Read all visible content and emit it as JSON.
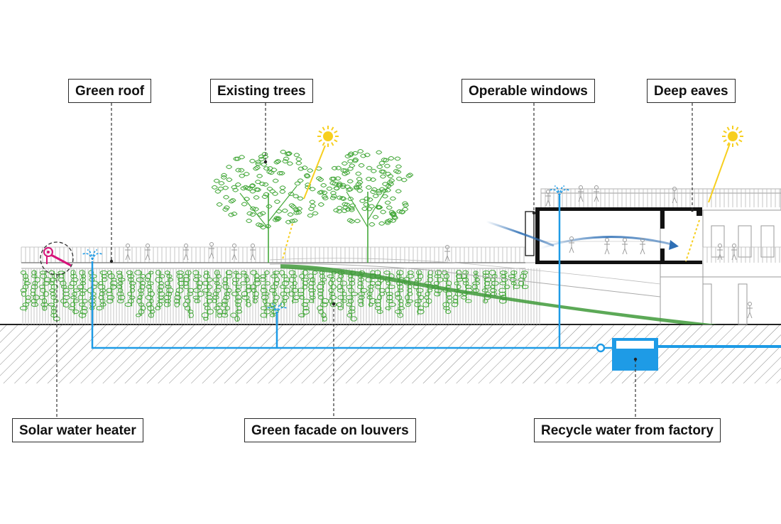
{
  "labels": {
    "green_roof": "Green roof",
    "existing_trees": "Existing trees",
    "operable_windows": "Operable windows",
    "deep_eaves": "Deep eaves",
    "solar_water_heater": "Solar water heater",
    "green_facade": "Green facade on louvers",
    "recycle_water": "Recycle water from factory"
  },
  "colors": {
    "water": "#1e9be6",
    "foliage": "#45a83b",
    "ramp_green": "#3f9a3a",
    "sun": "#f7cf1f",
    "heater": "#d6147a",
    "line": "#444444",
    "airflow": "#2e6fb5"
  },
  "icons": [
    "sun-icon",
    "solar-water-heater-icon",
    "sprinkler-icon",
    "water-tank-icon",
    "tree-icon",
    "airflow-arrow-icon"
  ]
}
